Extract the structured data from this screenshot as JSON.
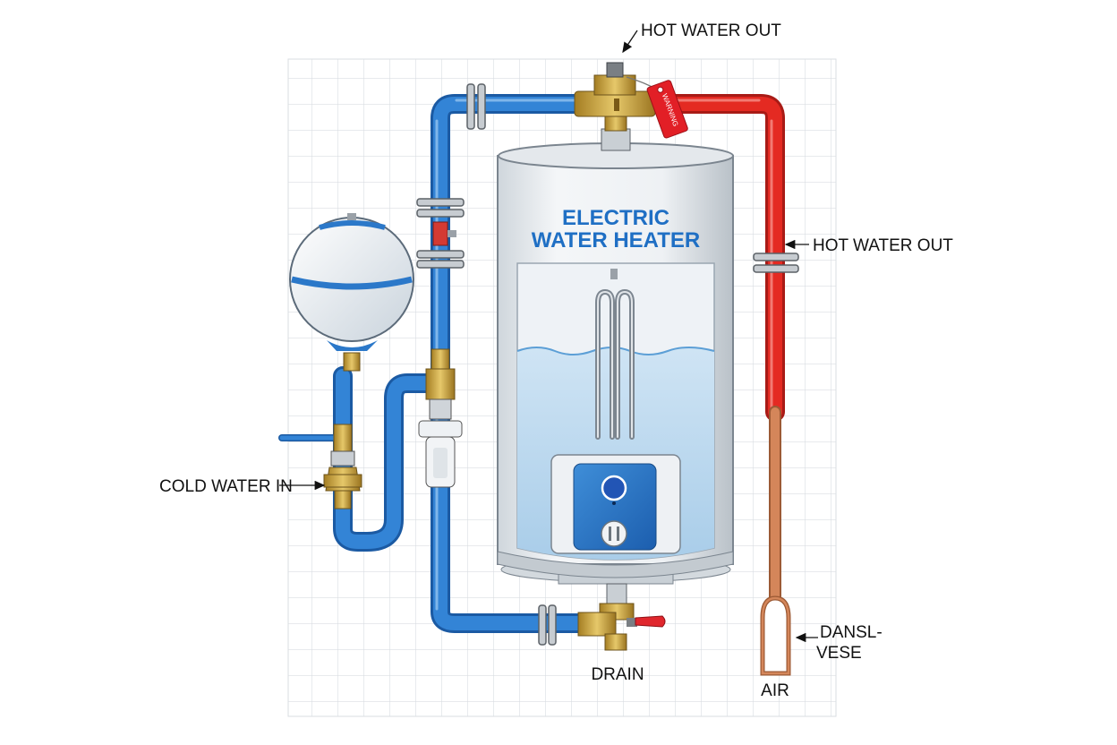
{
  "diagram": {
    "heater_title_line1": "ELECTRIC",
    "heater_title_line2": "WATER HEATER",
    "labels": {
      "hot_water_out_top": "HOT WATER OUT",
      "hot_water_out_right": "HOT WATER OUT",
      "cold_water_in": "COLD WATER IN",
      "drain": "DRAIN",
      "dansl": "DANSL-",
      "vese": "VESE",
      "air": "AIR"
    },
    "tag_text": "WARNING"
  },
  "colors": {
    "cold_pipe": "#2f7fd0",
    "hot_pipe": "#e42a22",
    "copper": "#d4865a",
    "brass": "#c9a33a",
    "title_blue": "#1f6fc4",
    "water": "#b9d8ef",
    "grid": "#d9dde2"
  }
}
